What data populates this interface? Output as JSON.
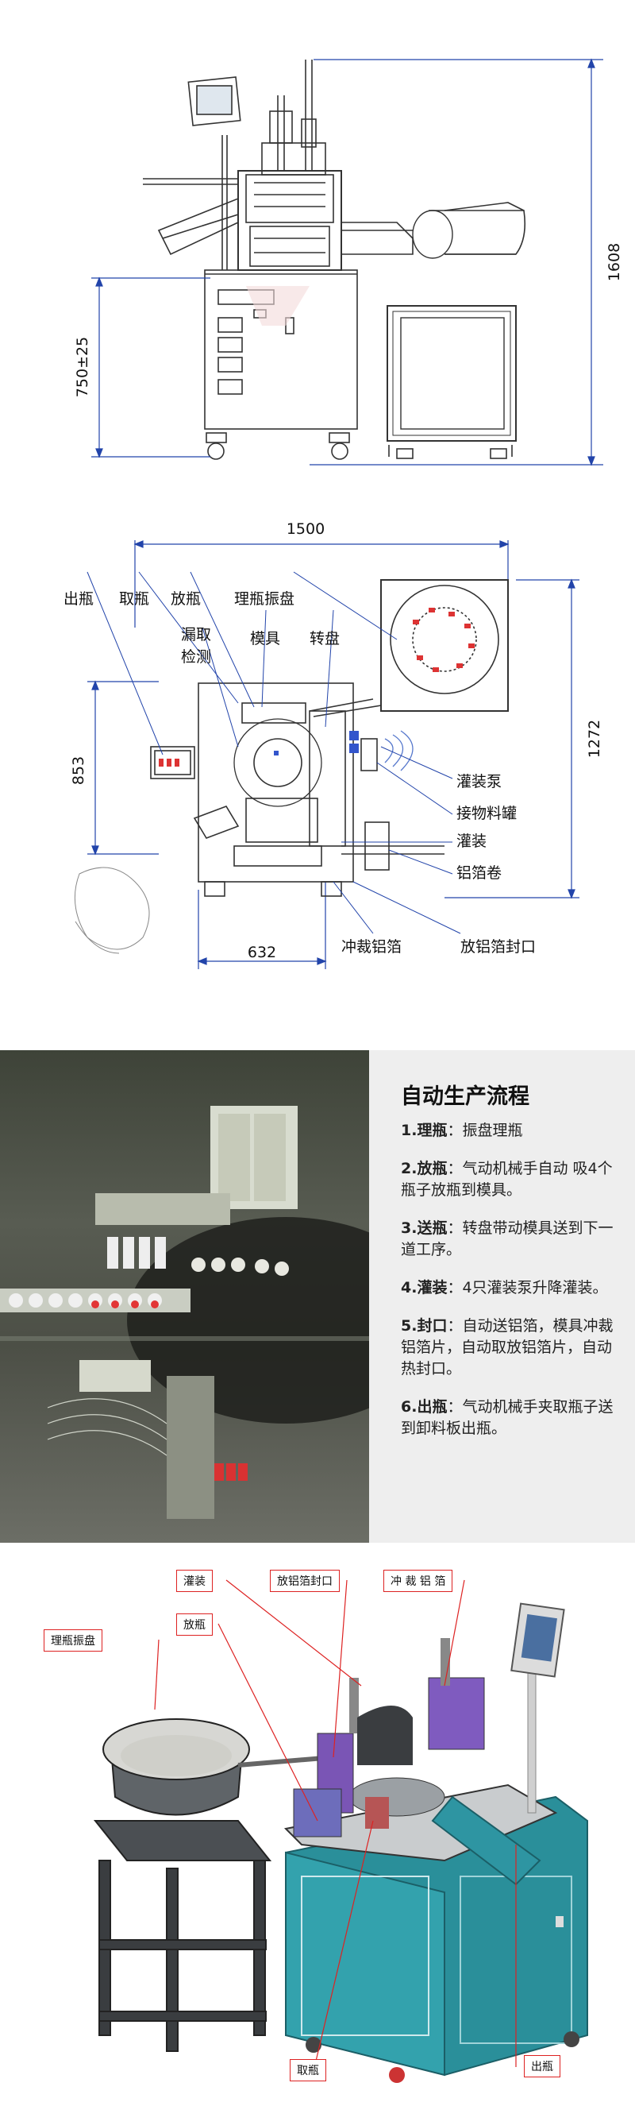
{
  "elevation": {
    "dim_height": "1608",
    "dim_table": "750±25"
  },
  "plan": {
    "dim_width": "1500",
    "dim_depth": "1272",
    "dim_left": "853",
    "dim_bottom": "632",
    "labels": {
      "out_bottle": "出瓶",
      "take_bottle": "取瓶",
      "put_bottle": "放瓶",
      "sort_bowl": "理瓶振盘",
      "leak_check": "漏取\n检测",
      "mold": "模具",
      "turntable": "转盘",
      "fill_pump": "灌装泵",
      "tank": "接物料罐",
      "filling": "灌装",
      "foil_roll": "铝箔卷",
      "punch_foil": "冲裁铝箔",
      "place_seal": "放铝箔封口"
    }
  },
  "process": {
    "title": "自动生产流程",
    "steps": [
      {
        "name": "1.理瓶",
        "desc": "振盘理瓶"
      },
      {
        "name": "2.放瓶",
        "desc": "气动机械手自动 吸4个瓶子放瓶到模具。"
      },
      {
        "name": "3.送瓶",
        "desc": "转盘带动模具送到下一道工序。"
      },
      {
        "name": "4.灌装",
        "desc": "4只灌装泵升降灌装。"
      },
      {
        "name": "5.封口",
        "desc": "自动送铝箔，模具冲裁铝箔片，自动取放铝箔片，自动热封口。"
      },
      {
        "name": "6.出瓶",
        "desc": "气动机械手夹取瓶子送到卸料板出瓶。"
      }
    ],
    "colon": "："
  },
  "model3d": {
    "callouts": {
      "filling": "灌装",
      "place_seal": "放铝箔封口",
      "punch_foil": "冲 裁 铝 箔",
      "sort_bowl": "理瓶振盘",
      "put_bottle": "放瓶",
      "take_bottle": "取瓶",
      "out_bottle": "出瓶"
    },
    "colors": {
      "callout_border": "#dd2222",
      "frame": "#2a8f9a"
    }
  }
}
